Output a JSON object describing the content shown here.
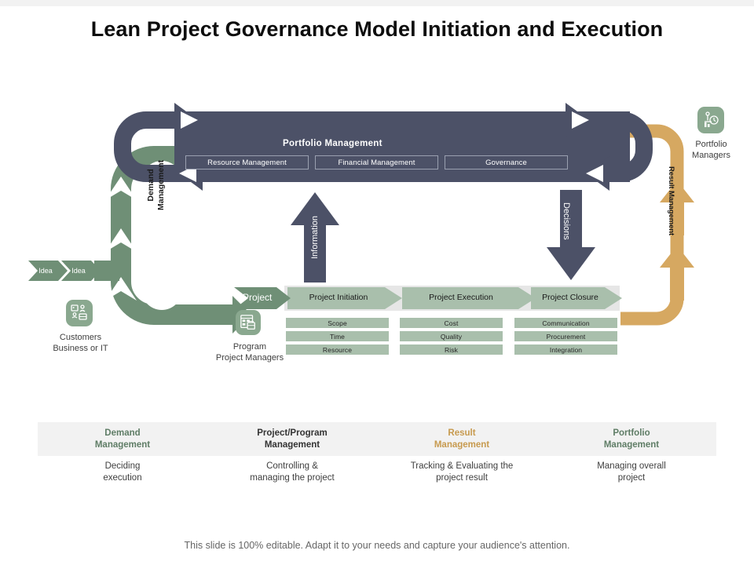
{
  "slide": {
    "title": "Lean Project Governance Model Initiation and Execution",
    "footer": "This slide is 100% editable. Adapt it to your needs and capture your audience's attention."
  },
  "colors": {
    "dark_slate": "#4c5167",
    "green": "#6f8f76",
    "light_green": "#a9bfac",
    "pale_green": "#b9cdbc",
    "orange": "#d6a861",
    "band_gray": "#e6e6e6",
    "table_header_bg": "#f2f2f2",
    "green_text": "#5f7d66",
    "orange_text": "#c79a4e",
    "dark_text": "#262626"
  },
  "diagram": {
    "portfolio": {
      "title": "Portfolio Management",
      "items": [
        "Resource Management",
        "Financial Management",
        "Governance"
      ]
    },
    "demand": {
      "label_line1": "Demand",
      "label_line2": "Management"
    },
    "ideas": [
      "Idea",
      "Idea"
    ],
    "customers": {
      "icon": "customers-group-icon",
      "caption_line1": "Customers",
      "caption_line2": "Business or IT"
    },
    "program_managers": {
      "icon": "program-board-icon",
      "caption_line1": "Program",
      "caption_line2": "Project Managers"
    },
    "portfolio_managers": {
      "icon": "portfolio-manager-icon",
      "caption_line1": "Portfolio",
      "caption_line2": "Managers"
    },
    "information_arrow": "Information",
    "decisions_arrow": "Decisions",
    "result_arrow": "Result Management",
    "project_chevron": "Project",
    "phases": [
      {
        "name": "Project Initiation",
        "items": [
          "Scope",
          "Time",
          "Resource"
        ]
      },
      {
        "name": "Project Execution",
        "items": [
          "Cost",
          "Quality",
          "Risk"
        ]
      },
      {
        "name": "Project Closure",
        "items": [
          "Communication",
          "Procurement",
          "Integration"
        ]
      }
    ]
  },
  "table": {
    "columns": [
      {
        "header_line1": "Demand",
        "header_line2": "Management",
        "header_color": "#5f7d66",
        "body_line1": "Deciding",
        "body_line2": "execution"
      },
      {
        "header_line1": "Project/Program",
        "header_line2": "Management",
        "header_color": "#333333",
        "body_line1": "Controlling &",
        "body_line2": "managing the project"
      },
      {
        "header_line1": "Result",
        "header_line2": "Management",
        "header_color": "#c79a4e",
        "body_line1": "Tracking & Evaluating the",
        "body_line2": "project result"
      },
      {
        "header_line1": "Portfolio",
        "header_line2": "Management",
        "header_color": "#5f7d66",
        "body_line1": "Managing overall",
        "body_line2": "project"
      }
    ]
  }
}
